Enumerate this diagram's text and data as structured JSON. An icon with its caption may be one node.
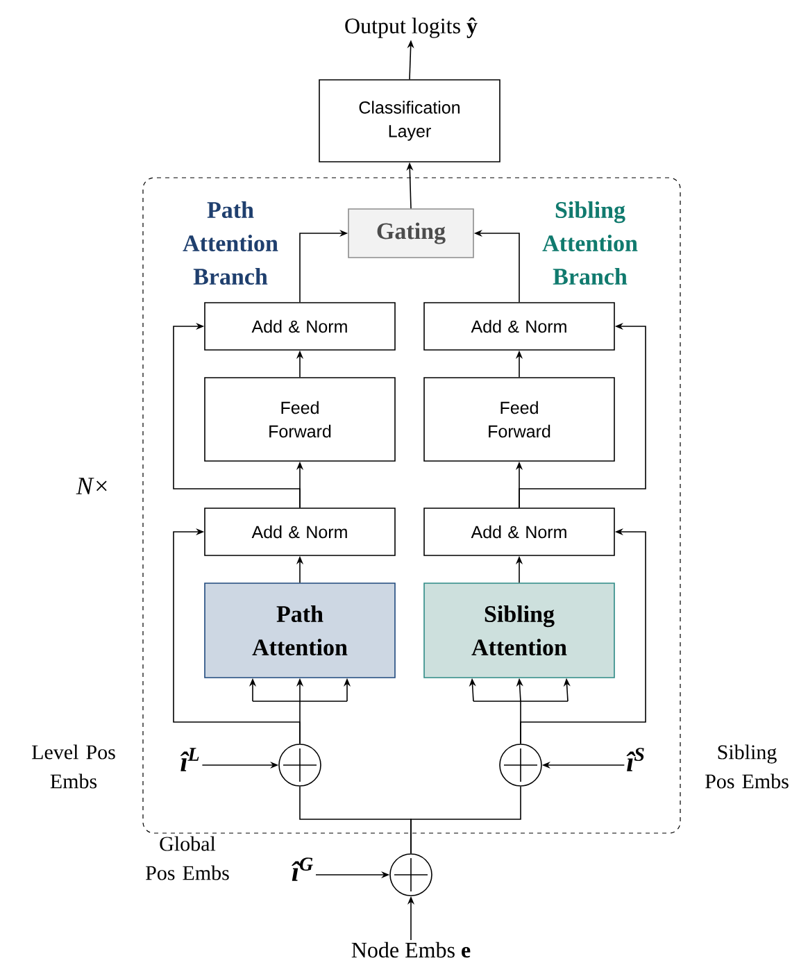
{
  "diagram": {
    "nodes": [
      {
        "text": [],
        "shape": "box"
      },
      {
        "text": [
          "Classification Layer"
        ]
      },
      {
        "text": [
          "Gating"
        ],
        "in": 0
      },
      {
        "text": [
          "Add & Norm"
        ],
        "in": 0
      },
      {
        "text": [
          "Add & Norm"
        ],
        "in": 0
      },
      {
        "text": [
          "Feed Forward"
        ],
        "in": 0
      },
      {
        "text": [
          "Feed Forward"
        ],
        "in": 0
      },
      {
        "text": [
          "Add & Norm"
        ],
        "in": 0
      },
      {
        "text": [
          "Add & Norm"
        ],
        "in": 0
      },
      {
        "text": [
          "Path Attention"
        ],
        "in": 0
      },
      {
        "text": [
          "Sibling Attention"
        ],
        "in": 0
      },
      {
        "text": [],
        "shape": "circle",
        "in": 0
      },
      {
        "text": [],
        "shape": "circle",
        "in": 0
      },
      {
        "text": [],
        "shape": "circle"
      },
      {
        "text": [
          "Output logits **ŷ**"
        ]
      },
      {
        "text": [
          "Node Embs **e**"
        ]
      },
      {
        "text": [
          "**î**$^{L}$"
        ],
        "beside": [
          "Level Pos Embs"
        ],
        "in": 0
      },
      {
        "text": [
          "**î**$^{S}$"
        ],
        "beside": [
          "Sibling Pos Embs"
        ],
        "in": 0
      },
      {
        "text": [
          "**î**$^{G}$"
        ],
        "beside": [
          "Global Pos Embs"
        ]
      }
    ],
    "edges": [
      {
        "from": 15,
        "to": 13,
        "arrow": "to"
      },
      {
        "from": 18,
        "to": 13,
        "arrow": "to"
      },
      {
        "from": 13,
        "to": 11,
        "arrow": "none"
      },
      {
        "from": 13,
        "to": 12,
        "arrow": "none"
      },
      {
        "from": 16,
        "to": 11,
        "arrow": "to"
      },
      {
        "from": 17,
        "to": 12,
        "arrow": "to"
      },
      {
        "from": 11,
        "to": 9,
        "arrow": "to"
      },
      {
        "from": 12,
        "to": 10,
        "arrow": "to"
      },
      {
        "from": 11,
        "to": 7,
        "arrow": "to"
      },
      {
        "from": 12,
        "to": 8,
        "arrow": "to"
      },
      {
        "from": 9,
        "to": 7,
        "arrow": "to"
      },
      {
        "from": 10,
        "to": 8,
        "arrow": "to"
      },
      {
        "from": 7,
        "to": 5,
        "arrow": "to"
      },
      {
        "from": 8,
        "to": 6,
        "arrow": "to"
      },
      {
        "from": 7,
        "to": 3,
        "arrow": "to"
      },
      {
        "from": 8,
        "to": 4,
        "arrow": "to"
      },
      {
        "from": 5,
        "to": 3,
        "arrow": "to"
      },
      {
        "from": 6,
        "to": 4,
        "arrow": "to"
      },
      {
        "from": 3,
        "to": 2,
        "arrow": "to"
      },
      {
        "from": 4,
        "to": 2,
        "arrow": "to"
      },
      {
        "from": 2,
        "to": 1,
        "arrow": "to"
      },
      {
        "from": 1,
        "to": 14,
        "arrow": "to"
      }
    ],
    "labels": [
      "Path Attention Branch",
      "Sibling Attention Branch",
      "N×"
    ]
  }
}
